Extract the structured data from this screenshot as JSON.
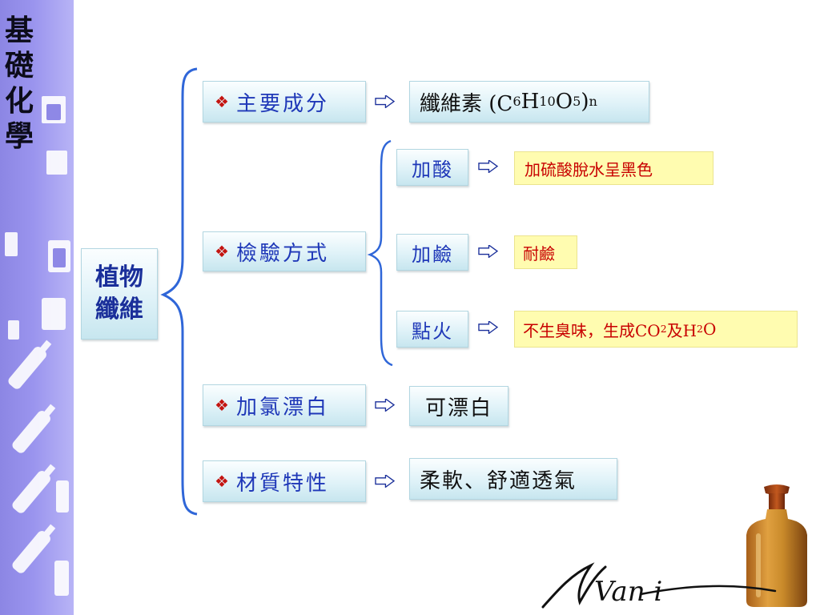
{
  "slide": {
    "side_title_chars": [
      "基",
      "礎",
      "化",
      "學"
    ]
  },
  "root": {
    "line1": "植物",
    "line2": "纖維"
  },
  "branches": {
    "composition": {
      "label": "主要成分",
      "result": {
        "prefix": "纖維素 (C",
        "s1": "6",
        "h": "H",
        "s2": "10",
        "o": "O",
        "s3": "5",
        "close": ")",
        "s4": "n"
      }
    },
    "test": {
      "label": "檢驗方式",
      "acid": {
        "label": "加酸",
        "result": "加硫酸脫水呈黑色"
      },
      "base": {
        "label": "加鹼",
        "result": "耐鹼"
      },
      "fire": {
        "label": "點火",
        "result": {
          "prefix": "不生臭味，生成CO",
          "s1": "2",
          "mid": "及H",
          "s2": "2",
          "end": "O"
        }
      }
    },
    "bleach": {
      "label": "加氯漂白",
      "result": "可漂白"
    },
    "property": {
      "label": "材質特性",
      "result": "柔軟、舒適透氣"
    }
  },
  "bullet_symbol": "❖",
  "colors": {
    "accent_blue": "#1f38b8",
    "bracket_blue": "#2f66d8",
    "red": "#c80000",
    "yellow_box": "#fffcb0",
    "side_purple": "#9a94ee"
  },
  "icons": [
    "double-arrow-right-icon",
    "diamond-bullet-icon",
    "brown-bottle-icon",
    "vani-signature-icon"
  ],
  "signature_text": "Van i"
}
